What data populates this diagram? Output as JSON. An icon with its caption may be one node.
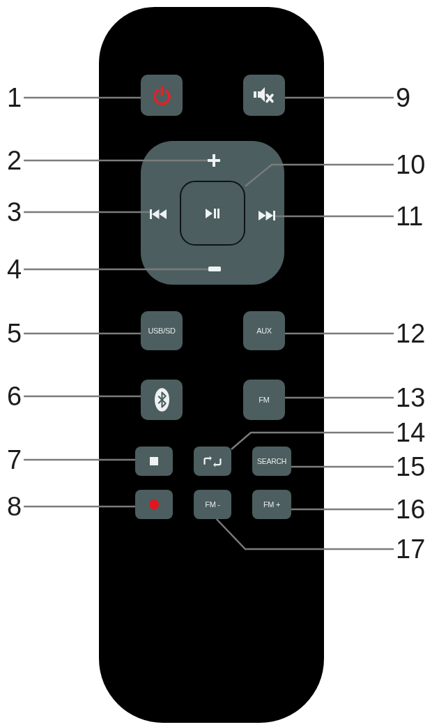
{
  "diagram": {
    "nodes": [
      {
        "text": [
          "1"
        ]
      },
      {
        "text": [
          "2"
        ]
      },
      {
        "text": [
          "3"
        ]
      },
      {
        "text": [
          "4"
        ]
      },
      {
        "text": [
          "5"
        ]
      },
      {
        "text": [
          "6"
        ]
      },
      {
        "text": [
          "7"
        ]
      },
      {
        "text": [
          "8"
        ]
      },
      {
        "text": [
          "9"
        ]
      },
      {
        "text": [
          "10"
        ]
      },
      {
        "text": [
          "11"
        ]
      },
      {
        "text": [
          "12"
        ]
      },
      {
        "text": [
          "13"
        ]
      },
      {
        "text": [
          "14"
        ]
      },
      {
        "text": [
          "15"
        ]
      },
      {
        "text": [
          "16"
        ]
      },
      {
        "text": [
          "17"
        ]
      },
      {
        "text": [],
        "shape": "box"
      },
      {
        "text": [],
        "shape": "box"
      },
      {
        "text": [],
        "shape": "box"
      },
      {
        "text": [],
        "shape": "picture",
        "in": 19
      },
      {
        "text": [],
        "shape": "picture",
        "in": 19
      },
      {
        "text": [],
        "shape": "box",
        "in": 19
      },
      {
        "text": [],
        "shape": "picture",
        "in": 19
      },
      {
        "text": [],
        "shape": "bar",
        "in": 19
      },
      {
        "text": [
          "USB/SD"
        ]
      },
      {
        "text": [
          "AUX"
        ]
      },
      {
        "text": [],
        "shape": "box"
      },
      {
        "text": [
          "FM"
        ]
      },
      {
        "text": [],
        "shape": "box"
      },
      {
        "text": [],
        "shape": "box"
      },
      {
        "text": [
          "SEARCH"
        ]
      },
      {
        "text": [],
        "shape": "box"
      },
      {
        "text": [
          "FM -"
        ]
      },
      {
        "text": [
          "FM +"
        ]
      }
    ],
    "edges": [
      {
        "from": 0,
        "to": 17,
        "arrow": "none"
      },
      {
        "from": 1,
        "to": 20,
        "arrow": "none"
      },
      {
        "from": 2,
        "to": 21,
        "arrow": "none"
      },
      {
        "from": 3,
        "to": 24,
        "arrow": "none"
      },
      {
        "from": 4,
        "to": 25,
        "arrow": "none"
      },
      {
        "from": 5,
        "to": 27,
        "arrow": "none"
      },
      {
        "from": 6,
        "to": 29,
        "arrow": "none"
      },
      {
        "from": 7,
        "to": 32,
        "arrow": "none"
      },
      {
        "from": 8,
        "to": 18,
        "arrow": "none"
      },
      {
        "from": 9,
        "to": 22,
        "arrow": "none"
      },
      {
        "from": 10,
        "to": 23,
        "arrow": "none"
      },
      {
        "from": 11,
        "to": 26,
        "arrow": "none"
      },
      {
        "from": 12,
        "to": 28,
        "arrow": "none"
      },
      {
        "from": 13,
        "to": 30,
        "arrow": "none"
      },
      {
        "from": 14,
        "to": 31,
        "arrow": "none"
      },
      {
        "from": 15,
        "to": 34,
        "arrow": "none"
      },
      {
        "from": 16,
        "to": 33,
        "arrow": "none"
      }
    ]
  }
}
